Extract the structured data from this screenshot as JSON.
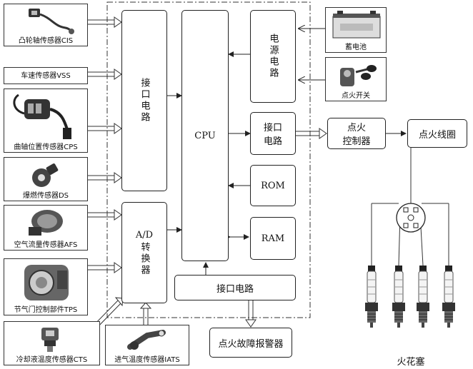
{
  "sensors": {
    "cis": "凸轮轴传感器CIS",
    "vss": "车速传感器VSS",
    "cps": "曲轴位置传感器CPS",
    "ds": "爆燃传感器DS",
    "afs": "空气流量传感器AFS",
    "tps": "节气门控制部件TPS",
    "cts": "冷却液温度传感器CTS",
    "iats": "进气温度传感器IATS"
  },
  "blocks": {
    "interface_left": "接口电路",
    "ad_converter_1": "A/D",
    "ad_converter_2": "转换器",
    "cpu": "CPU",
    "power_circuit": "电源电路",
    "interface_right_1": "接口",
    "interface_right_2": "电路",
    "rom": "ROM",
    "ram": "RAM",
    "interface_bottom": "接口电路",
    "fault_alarm": "点火故障报警器",
    "ignition_controller_1": "点火",
    "ignition_controller_2": "控制器",
    "ignition_coil": "点火线圈"
  },
  "power_inputs": {
    "battery": "蓄电池",
    "ignition_switch": "点火开关"
  },
  "spark_plug_label": "火花塞"
}
